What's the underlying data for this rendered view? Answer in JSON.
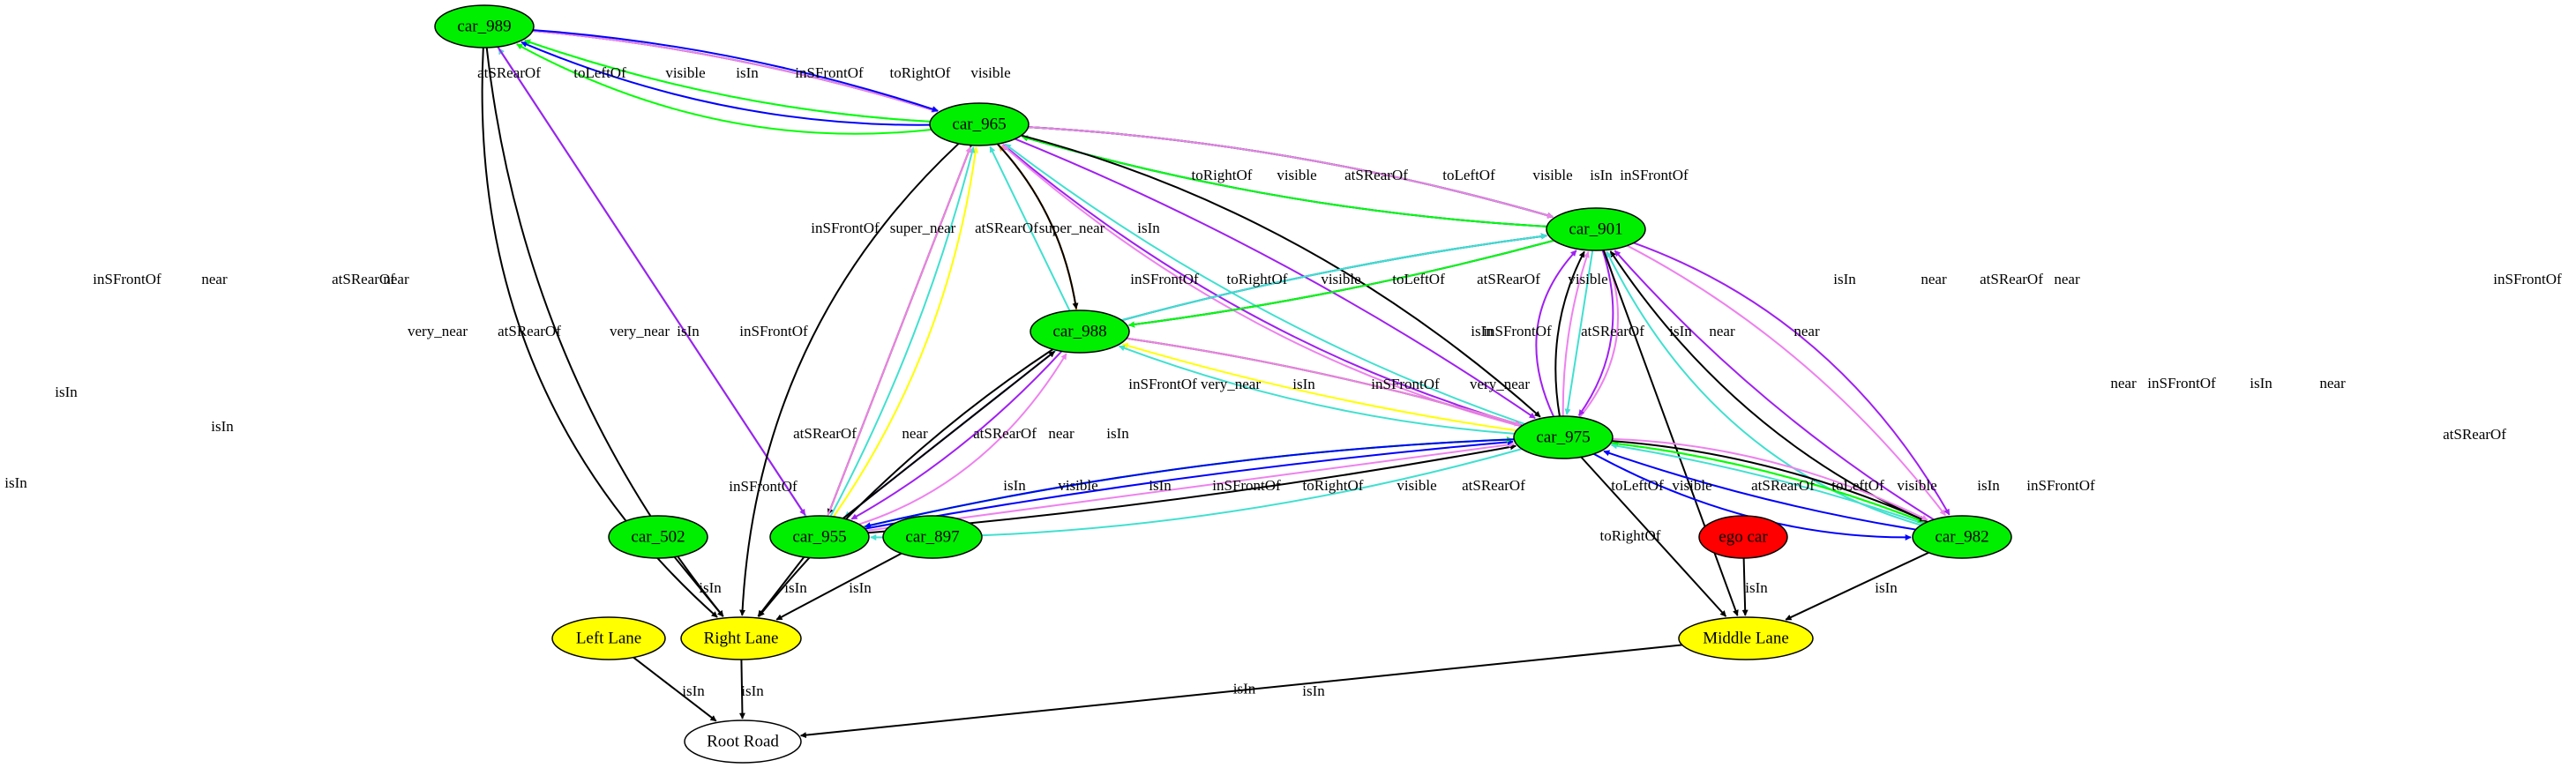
{
  "graph": {
    "nodes": [
      {
        "id": "car_989",
        "label": "car_989",
        "fill": "#00ee00"
      },
      {
        "id": "car_965",
        "label": "car_965",
        "fill": "#00ee00"
      },
      {
        "id": "car_901",
        "label": "car_901",
        "fill": "#00ee00"
      },
      {
        "id": "car_988",
        "label": "car_988",
        "fill": "#00ee00"
      },
      {
        "id": "car_975",
        "label": "car_975",
        "fill": "#00ee00"
      },
      {
        "id": "car_502",
        "label": "car_502",
        "fill": "#00ee00"
      },
      {
        "id": "car_955",
        "label": "car_955",
        "fill": "#00ee00"
      },
      {
        "id": "car_897",
        "label": "car_897",
        "fill": "#00ee00"
      },
      {
        "id": "ego_car",
        "label": "ego car",
        "fill": "#ff0000"
      },
      {
        "id": "car_982",
        "label": "car_982",
        "fill": "#00ee00"
      },
      {
        "id": "left_lane",
        "label": "Left Lane",
        "fill": "#ffff00"
      },
      {
        "id": "right_lane",
        "label": "Right Lane",
        "fill": "#ffff00"
      },
      {
        "id": "middle_lane",
        "label": "Middle Lane",
        "fill": "#ffff00"
      },
      {
        "id": "root_road",
        "label": "Root Road",
        "fill": "#ffffff"
      }
    ],
    "edge_colors": {
      "isIn": "#000000",
      "near": "#a020f0",
      "very_near": "#ffff00",
      "super_near": "#ffa500",
      "visible": "#00ff00",
      "atSRearOf": "#40e0d0",
      "inSFrontOf": "#ee82ee",
      "toLeftOf": "#0000ff",
      "toRightOf": "#0000ff"
    },
    "edges": [
      {
        "source": "car_965",
        "target": "car_989",
        "label": "atSRearOf",
        "color": "#40e0d0"
      },
      {
        "source": "car_965",
        "target": "car_989",
        "label": "toLeftOf",
        "color": "#0000ff"
      },
      {
        "source": "car_965",
        "target": "car_989",
        "label": "visible",
        "color": "#00ff00"
      },
      {
        "source": "car_989",
        "target": "car_965",
        "label": "isIn",
        "color": "#000000"
      },
      {
        "source": "car_989",
        "target": "car_965",
        "label": "inSFrontOf",
        "color": "#ee82ee"
      },
      {
        "source": "car_989",
        "target": "car_965",
        "label": "toRightOf",
        "color": "#0000ff"
      },
      {
        "source": "car_965",
        "target": "car_989",
        "label": "visible",
        "color": "#00ff00"
      },
      {
        "source": "car_989",
        "target": "right_lane",
        "label": "isIn",
        "color": "#000000"
      },
      {
        "source": "car_989",
        "target": "right_lane",
        "label": "isIn",
        "color": "#000000"
      },
      {
        "source": "car_955",
        "target": "car_989",
        "label": "inSFrontOf",
        "color": "#ee82ee"
      },
      {
        "source": "car_955",
        "target": "car_989",
        "label": "near",
        "color": "#a020f0"
      },
      {
        "source": "car_955",
        "target": "car_989",
        "label": "atSRearOf",
        "color": "#40e0d0"
      },
      {
        "source": "car_989",
        "target": "car_955",
        "label": "near",
        "color": "#a020f0"
      },
      {
        "source": "car_965",
        "target": "car_901",
        "label": "toRightOf",
        "color": "#0000ff"
      },
      {
        "source": "car_965",
        "target": "car_901",
        "label": "visible",
        "color": "#00ff00"
      },
      {
        "source": "car_901",
        "target": "car_965",
        "label": "atSRearOf",
        "color": "#40e0d0"
      },
      {
        "source": "car_901",
        "target": "car_965",
        "label": "toLeftOf",
        "color": "#0000ff"
      },
      {
        "source": "car_901",
        "target": "car_965",
        "label": "visible",
        "color": "#00ff00"
      },
      {
        "source": "car_965",
        "target": "car_901",
        "label": "isIn",
        "color": "#000000"
      },
      {
        "source": "car_965",
        "target": "car_901",
        "label": "inSFrontOf",
        "color": "#ee82ee"
      },
      {
        "source": "car_988",
        "target": "car_965",
        "label": "inSFrontOf",
        "color": "#ee82ee"
      },
      {
        "source": "car_988",
        "target": "car_965",
        "label": "super_near",
        "color": "#ffa500"
      },
      {
        "source": "car_988",
        "target": "car_965",
        "label": "atSRearOf",
        "color": "#40e0d0"
      },
      {
        "source": "car_965",
        "target": "car_988",
        "label": "super_near",
        "color": "#ffa500"
      },
      {
        "source": "car_965",
        "target": "car_988",
        "label": "isIn",
        "color": "#000000"
      },
      {
        "source": "car_965",
        "target": "right_lane",
        "label": "isIn",
        "color": "#000000"
      },
      {
        "source": "car_955",
        "target": "car_965",
        "label": "very_near",
        "color": "#ffff00"
      },
      {
        "source": "car_955",
        "target": "car_965",
        "label": "atSRearOf",
        "color": "#40e0d0"
      },
      {
        "source": "car_955",
        "target": "car_965",
        "label": "very_near",
        "color": "#ffff00"
      },
      {
        "source": "car_965",
        "target": "car_955",
        "label": "isIn",
        "color": "#000000"
      },
      {
        "source": "car_955",
        "target": "car_965",
        "label": "inSFrontOf",
        "color": "#ee82ee"
      },
      {
        "source": "car_965",
        "target": "car_975",
        "label": "isIn",
        "color": "#000000"
      },
      {
        "source": "car_975",
        "target": "car_965",
        "label": "near",
        "color": "#a020f0"
      },
      {
        "source": "car_975",
        "target": "car_965",
        "label": "atSRearOf",
        "color": "#40e0d0"
      },
      {
        "source": "car_965",
        "target": "car_975",
        "label": "near",
        "color": "#a020f0"
      },
      {
        "source": "car_975",
        "target": "car_965",
        "label": "inSFrontOf",
        "color": "#ee82ee"
      },
      {
        "source": "car_901",
        "target": "car_988",
        "label": "inSFrontOf",
        "color": "#ee82ee"
      },
      {
        "source": "car_901",
        "target": "car_988",
        "label": "toRightOf",
        "color": "#0000ff"
      },
      {
        "source": "car_988",
        "target": "car_901",
        "label": "visible",
        "color": "#00ff00"
      },
      {
        "source": "car_988",
        "target": "car_901",
        "label": "toLeftOf",
        "color": "#0000ff"
      },
      {
        "source": "car_988",
        "target": "car_901",
        "label": "atSRearOf",
        "color": "#40e0d0"
      },
      {
        "source": "car_901",
        "target": "car_988",
        "label": "visible",
        "color": "#00ff00"
      },
      {
        "source": "car_975",
        "target": "car_901",
        "label": "inSFrontOf",
        "color": "#ee82ee"
      },
      {
        "source": "car_901",
        "target": "car_975",
        "label": "atSRearOf",
        "color": "#40e0d0"
      },
      {
        "source": "car_975",
        "target": "car_901",
        "label": "isIn",
        "color": "#000000"
      },
      {
        "source": "car_901",
        "target": "car_975",
        "label": "near",
        "color": "#a020f0"
      },
      {
        "source": "car_975",
        "target": "car_901",
        "label": "near",
        "color": "#a020f0"
      },
      {
        "source": "car_982",
        "target": "car_901",
        "label": "near",
        "color": "#a020f0"
      },
      {
        "source": "car_901",
        "target": "car_982",
        "label": "inSFrontOf",
        "color": "#ee82ee"
      },
      {
        "source": "car_982",
        "target": "car_901",
        "label": "isIn",
        "color": "#000000"
      },
      {
        "source": "car_901",
        "target": "car_982",
        "label": "near",
        "color": "#a020f0"
      },
      {
        "source": "car_982",
        "target": "car_901",
        "label": "atSRearOf",
        "color": "#40e0d0"
      },
      {
        "source": "car_901",
        "target": "middle_lane",
        "label": "isIn",
        "color": "#000000"
      },
      {
        "source": "car_975",
        "target": "car_901",
        "label": "inSFrontOf",
        "color": "#ee82ee"
      },
      {
        "source": "car_988",
        "target": "car_975",
        "label": "very_near",
        "color": "#ffff00"
      },
      {
        "source": "car_988",
        "target": "car_975",
        "label": "isIn",
        "color": "#000000"
      },
      {
        "source": "car_988",
        "target": "car_975",
        "label": "inSFrontOf",
        "color": "#ee82ee"
      },
      {
        "source": "car_975",
        "target": "car_988",
        "label": "very_near",
        "color": "#ffff00"
      },
      {
        "source": "car_975",
        "target": "car_988",
        "label": "atSRearOf",
        "color": "#40e0d0"
      },
      {
        "source": "car_988",
        "target": "car_955",
        "label": "near",
        "color": "#a020f0"
      },
      {
        "source": "car_988",
        "target": "car_955",
        "label": "atSRearOf",
        "color": "#40e0d0"
      },
      {
        "source": "car_955",
        "target": "car_988",
        "label": "near",
        "color": "#a020f0"
      },
      {
        "source": "car_955",
        "target": "car_988",
        "label": "isIn",
        "color": "#000000"
      },
      {
        "source": "car_955",
        "target": "car_988",
        "label": "inSFrontOf",
        "color": "#ee82ee"
      },
      {
        "source": "car_988",
        "target": "right_lane",
        "label": "isIn",
        "color": "#000000"
      },
      {
        "source": "car_975",
        "target": "car_955",
        "label": "visible",
        "color": "#00ff00"
      },
      {
        "source": "car_955",
        "target": "car_975",
        "label": "isIn",
        "color": "#000000"
      },
      {
        "source": "car_955",
        "target": "car_975",
        "label": "inSFrontOf",
        "color": "#ee82ee"
      },
      {
        "source": "car_955",
        "target": "car_975",
        "label": "toRightOf",
        "color": "#0000ff"
      },
      {
        "source": "car_955",
        "target": "car_975",
        "label": "visible",
        "color": "#00ff00"
      },
      {
        "source": "car_975",
        "target": "car_955",
        "label": "atSRearOf",
        "color": "#40e0d0"
      },
      {
        "source": "car_975",
        "target": "car_955",
        "label": "toLeftOf",
        "color": "#0000ff"
      },
      {
        "source": "car_982",
        "target": "car_975",
        "label": "visible",
        "color": "#00ff00"
      },
      {
        "source": "car_982",
        "target": "car_975",
        "label": "atSRearOf",
        "color": "#40e0d0"
      },
      {
        "source": "car_982",
        "target": "car_975",
        "label": "toLeftOf",
        "color": "#0000ff"
      },
      {
        "source": "car_975",
        "target": "car_982",
        "label": "visible",
        "color": "#00ff00"
      },
      {
        "source": "car_975",
        "target": "car_982",
        "label": "isIn",
        "color": "#000000"
      },
      {
        "source": "car_975",
        "target": "car_982",
        "label": "inSFrontOf",
        "color": "#ee82ee"
      },
      {
        "source": "car_975",
        "target": "car_982",
        "label": "toRightOf",
        "color": "#0000ff"
      },
      {
        "source": "car_975",
        "target": "middle_lane",
        "label": "isIn",
        "color": "#000000"
      },
      {
        "source": "car_502",
        "target": "right_lane",
        "label": "isIn",
        "color": "#000000"
      },
      {
        "source": "car_955",
        "target": "right_lane",
        "label": "isIn",
        "color": "#000000"
      },
      {
        "source": "car_897",
        "target": "right_lane",
        "label": "isIn",
        "color": "#000000"
      },
      {
        "source": "ego_car",
        "target": "middle_lane",
        "label": "isIn",
        "color": "#000000"
      },
      {
        "source": "car_982",
        "target": "middle_lane",
        "label": "isIn",
        "color": "#000000"
      },
      {
        "source": "left_lane",
        "target": "root_road",
        "label": "isIn",
        "color": "#000000"
      },
      {
        "source": "right_lane",
        "target": "root_road",
        "label": "isIn",
        "color": "#000000"
      },
      {
        "source": "middle_lane",
        "target": "root_road",
        "label": "isIn",
        "color": "#000000"
      }
    ]
  }
}
